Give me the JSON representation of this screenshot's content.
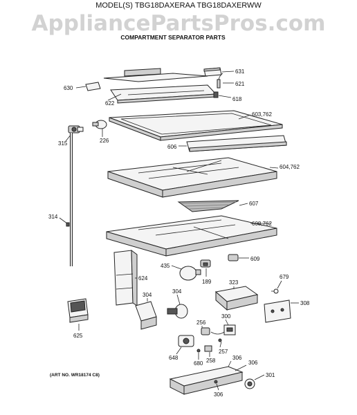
{
  "header": {
    "models": "MODEL(S) TBG18DAXERAA TBG18DAXERWW",
    "watermark": "AppliancePartsPros.com",
    "subtitle": "COMPARTMENT SEPARATOR PARTS"
  },
  "parts": {
    "p631": "631",
    "p630": "630",
    "p621": "621",
    "p622": "622",
    "p618": "618",
    "p603": "603,762",
    "p315": "315",
    "p226": "226",
    "p606": "606",
    "p604": "604,762",
    "p607": "607",
    "p314": "314",
    "p608": "608,762",
    "p435": "435",
    "p609": "609",
    "p189": "189",
    "p624": "624",
    "p323": "323",
    "p679": "679",
    "p304a": "304",
    "p304b": "304",
    "p308": "308",
    "p256": "256",
    "p300": "300",
    "p625": "625",
    "p257": "257",
    "p648": "648",
    "p680": "680",
    "p258": "258",
    "p306a": "306",
    "p306b": "306",
    "p306c": "306",
    "p301": "301"
  },
  "footer": {
    "art_no": "(ART NO. WR18174 C8)"
  }
}
